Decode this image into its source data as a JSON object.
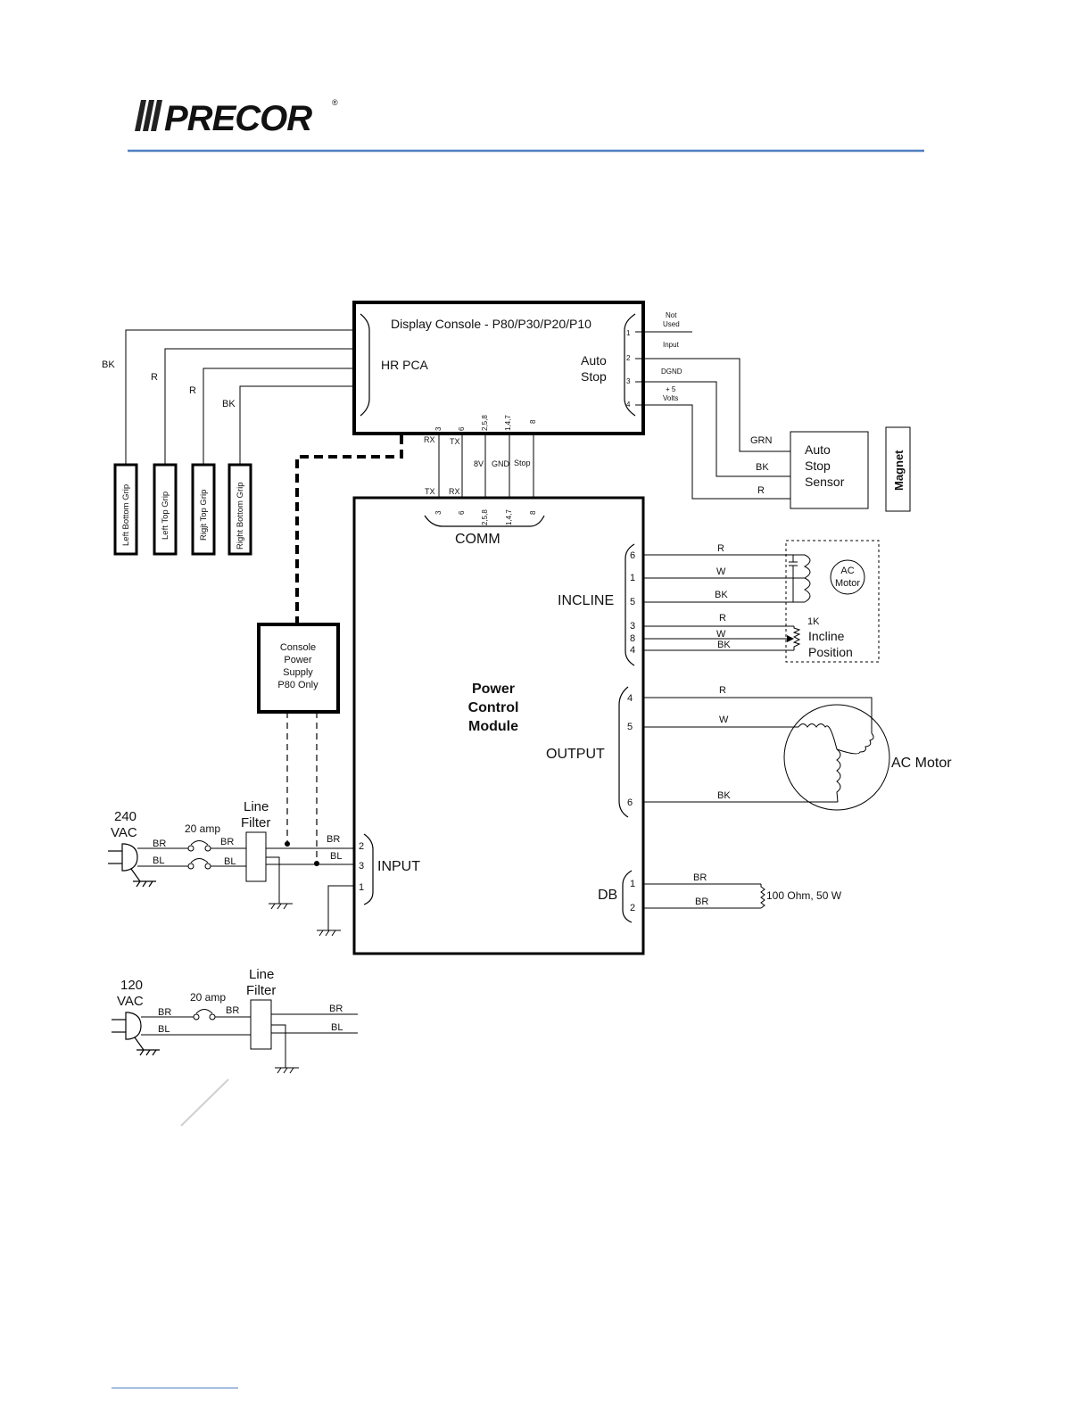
{
  "header": {
    "logo_text": "PRECOR",
    "logo_mark": "®",
    "rule_color": "#4f7fbf"
  },
  "console": {
    "title": "Display Console - P80/P30/P20/P10",
    "hr_label": "HR PCA",
    "auto_stop_line1": "Auto",
    "auto_stop_line2": "Stop",
    "right_pins": [
      "1",
      "2",
      "3",
      "4"
    ],
    "right_pin_labels": {
      "not_used_1": "Not",
      "not_used_2": "Used",
      "input": "Input",
      "dgnd": "DGND",
      "plus5_1": "+ 5",
      "plus5_2": "Volts"
    },
    "bottom_pins": [
      "3",
      "6",
      "2,5,8",
      "1,4,7",
      "8"
    ]
  },
  "grips": {
    "wire_colors": [
      "BK",
      "R",
      "R",
      "BK"
    ],
    "labels": [
      "Left Bottom Grip",
      "Left Top Grip",
      "Rigjt Top Grip",
      "Right Bottom Grip"
    ]
  },
  "auto_stop": {
    "wires": [
      "GRN",
      "BK",
      "R"
    ],
    "sensor_line1": "Auto",
    "sensor_line2": "Stop",
    "sensor_line3": "Sensor",
    "magnet": "Magnet"
  },
  "comm_bus": {
    "top_labels": [
      "RX",
      "TX",
      "8V",
      "GND",
      "Stop"
    ],
    "bottom_labels": [
      "TX",
      "RX"
    ]
  },
  "pcm": {
    "title_line1": "Power",
    "title_line2": "Control",
    "title_line3": "Module",
    "comm_label": "COMM",
    "comm_pins": [
      "3",
      "6",
      "2,5,8",
      "1,4,7",
      "8"
    ],
    "incline_label": "INCLINE",
    "incline_pins": [
      "6",
      "1",
      "5",
      "3",
      "8",
      "4"
    ],
    "incline_wires": [
      "R",
      "W",
      "BK",
      "R",
      "W",
      "BK"
    ],
    "output_label": "OUTPUT",
    "output_pins": [
      "4",
      "5",
      "6"
    ],
    "output_wires": [
      "R",
      "W",
      "BK"
    ],
    "input_label": "INPUT",
    "input_pins": [
      "2",
      "3",
      "1"
    ],
    "input_wires": [
      "BR",
      "BL"
    ],
    "db_label": "DB",
    "db_pins": [
      "1",
      "2"
    ],
    "db_wires": [
      "BR",
      "BR"
    ]
  },
  "incline_motor": {
    "motor_line1": "AC",
    "motor_line2": "Motor",
    "pot_value": "1K",
    "pot_line1": "Incline",
    "pot_line2": "Position"
  },
  "ac_motor": {
    "label": "AC Motor"
  },
  "resistor": {
    "label": "100 Ohm, 50 W"
  },
  "console_power": {
    "line1": "Console",
    "line2": "Power",
    "line3": "Supply",
    "line4": "P80 Only"
  },
  "supply_240": {
    "volt_line1": "240",
    "volt_line2": "VAC",
    "breaker": "20 amp",
    "filter_line1": "Line",
    "filter_line2": "Filter",
    "wire_labels": [
      "BR",
      "BL",
      "BR",
      "BL"
    ]
  },
  "supply_120": {
    "volt_line1": "120",
    "volt_line2": "VAC",
    "breaker": "20 amp",
    "filter_line1": "Line",
    "filter_line2": "Filter",
    "wire_labels": [
      "BR",
      "BL",
      "BR",
      "BR",
      "BL"
    ]
  }
}
